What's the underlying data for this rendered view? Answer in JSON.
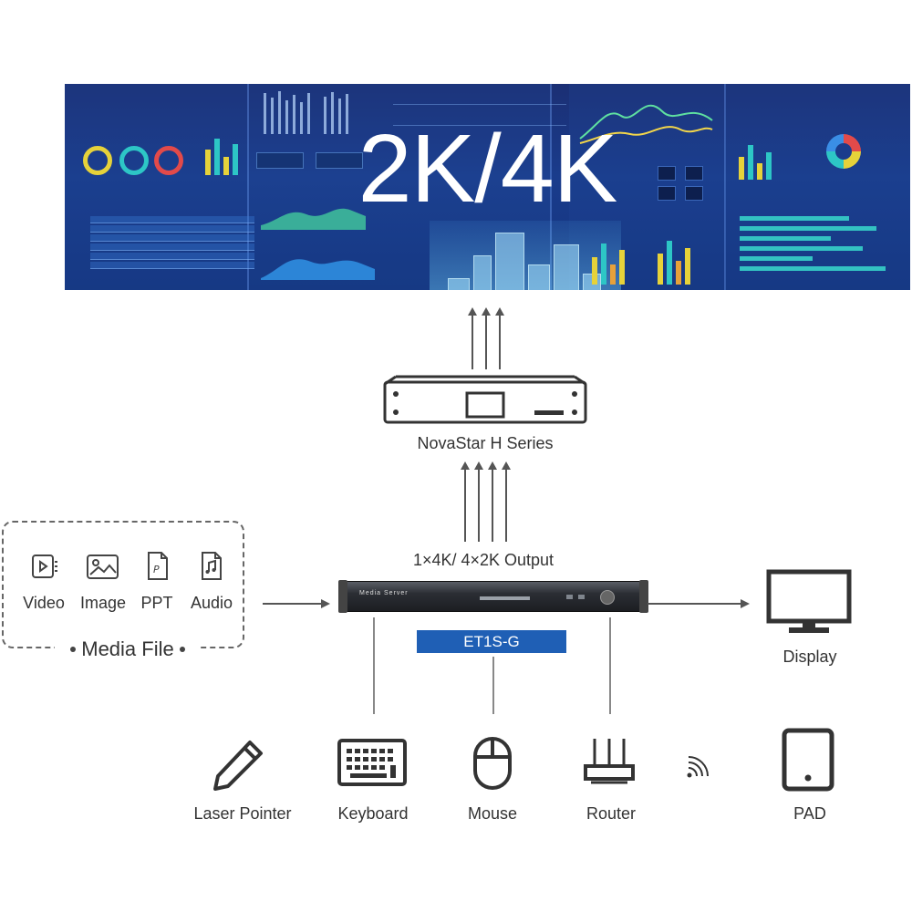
{
  "screen": {
    "title": "2K/4K"
  },
  "processor": {
    "label": "NovaStar H Series"
  },
  "output": {
    "label": "1×4K/ 4×2K Output"
  },
  "server": {
    "badge": "ET1S-G",
    "panel_text": "Media Server"
  },
  "media": {
    "title": "Media File",
    "items": [
      {
        "label": "Video",
        "icon": "video-file-icon"
      },
      {
        "label": "Image",
        "icon": "image-file-icon"
      },
      {
        "label": "PPT",
        "icon": "ppt-file-icon"
      },
      {
        "label": "Audio",
        "icon": "audio-file-icon"
      }
    ]
  },
  "display": {
    "label": "Display",
    "icon": "monitor-icon"
  },
  "peripherals": [
    {
      "label": "Laser Pointer",
      "icon": "pen-icon"
    },
    {
      "label": "Keyboard",
      "icon": "keyboard-icon"
    },
    {
      "label": "Mouse",
      "icon": "mouse-icon"
    },
    {
      "label": "Router",
      "icon": "router-icon"
    },
    {
      "label": "PAD",
      "icon": "tablet-icon"
    }
  ],
  "colors": {
    "badge": "#1f5fb5",
    "screen_bg": "#1a3c8c",
    "line": "#555555"
  }
}
